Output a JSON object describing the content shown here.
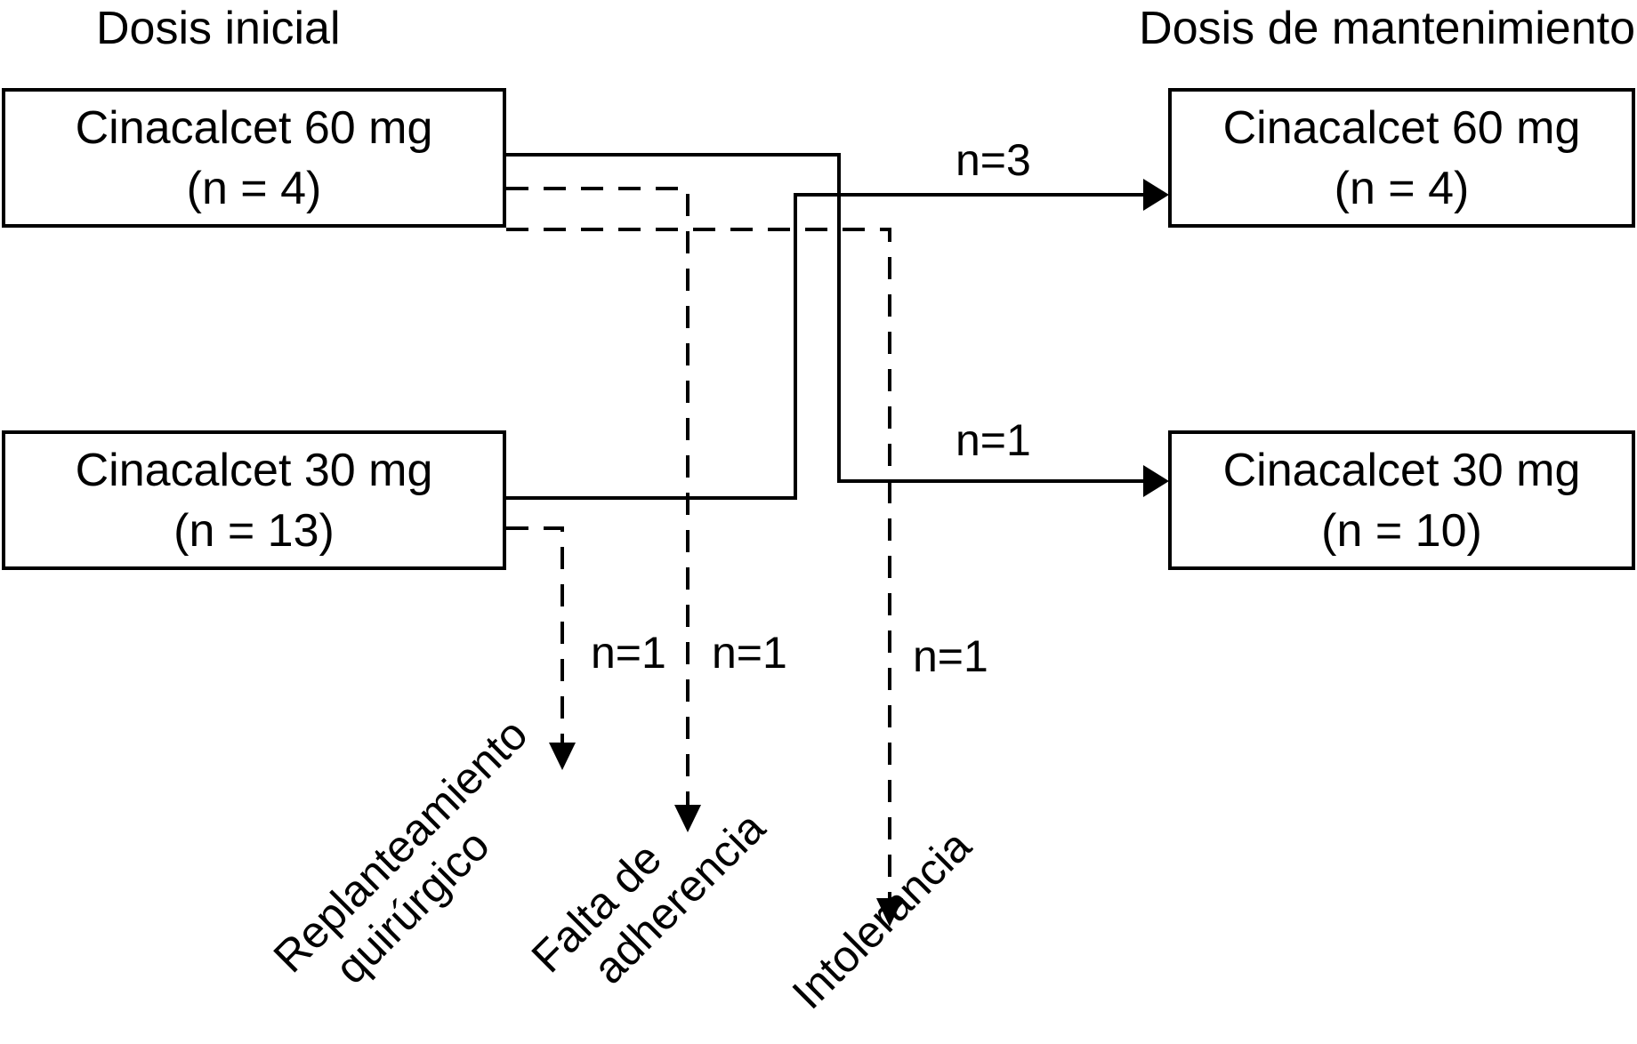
{
  "headers": {
    "initial": "Dosis inicial",
    "maintenance": "Dosis de mantenimiento"
  },
  "initial_boxes": [
    {
      "drug": "Cinacalcet 60 mg",
      "n": "(n = 4)"
    },
    {
      "drug": "Cinacalcet 30 mg",
      "n": "(n = 13)"
    }
  ],
  "maintenance_boxes": [
    {
      "drug": "Cinacalcet 60 mg",
      "n": "(n = 4)"
    },
    {
      "drug": "Cinacalcet 30 mg",
      "n": "(n = 10)"
    }
  ],
  "flows": [
    {
      "from": "Cinacalcet 60 mg (inicial)",
      "to": "Cinacalcet 30 mg (mantenimiento)",
      "label": "n=1",
      "style": "solid"
    },
    {
      "from": "Cinacalcet 30 mg (inicial)",
      "to": "Cinacalcet 60 mg (mantenimiento)",
      "label": "n=3",
      "style": "solid"
    },
    {
      "from": "Cinacalcet 60 mg (inicial)",
      "to": "Falta de adherencia",
      "label": "n=1",
      "style": "dashed"
    },
    {
      "from": "Cinacalcet 60 mg (inicial)",
      "to": "Intolerancia",
      "label": "n=1",
      "style": "dashed"
    },
    {
      "from": "Cinacalcet 30 mg (inicial)",
      "to": "Replanteamiento quirúrgico",
      "label": "n=1",
      "style": "dashed"
    }
  ],
  "flow_labels": {
    "to_maint_60": "n=3",
    "to_maint_30": "n=1",
    "replanteamiento": "n=1",
    "falta": "n=1",
    "intolerancia": "n=1"
  },
  "outcomes": {
    "replanteamiento": [
      "Replanteamiento",
      "quirúrgico"
    ],
    "falta": [
      "Falta de",
      "adherencia"
    ],
    "intolerancia": [
      "Intolerancia"
    ]
  }
}
